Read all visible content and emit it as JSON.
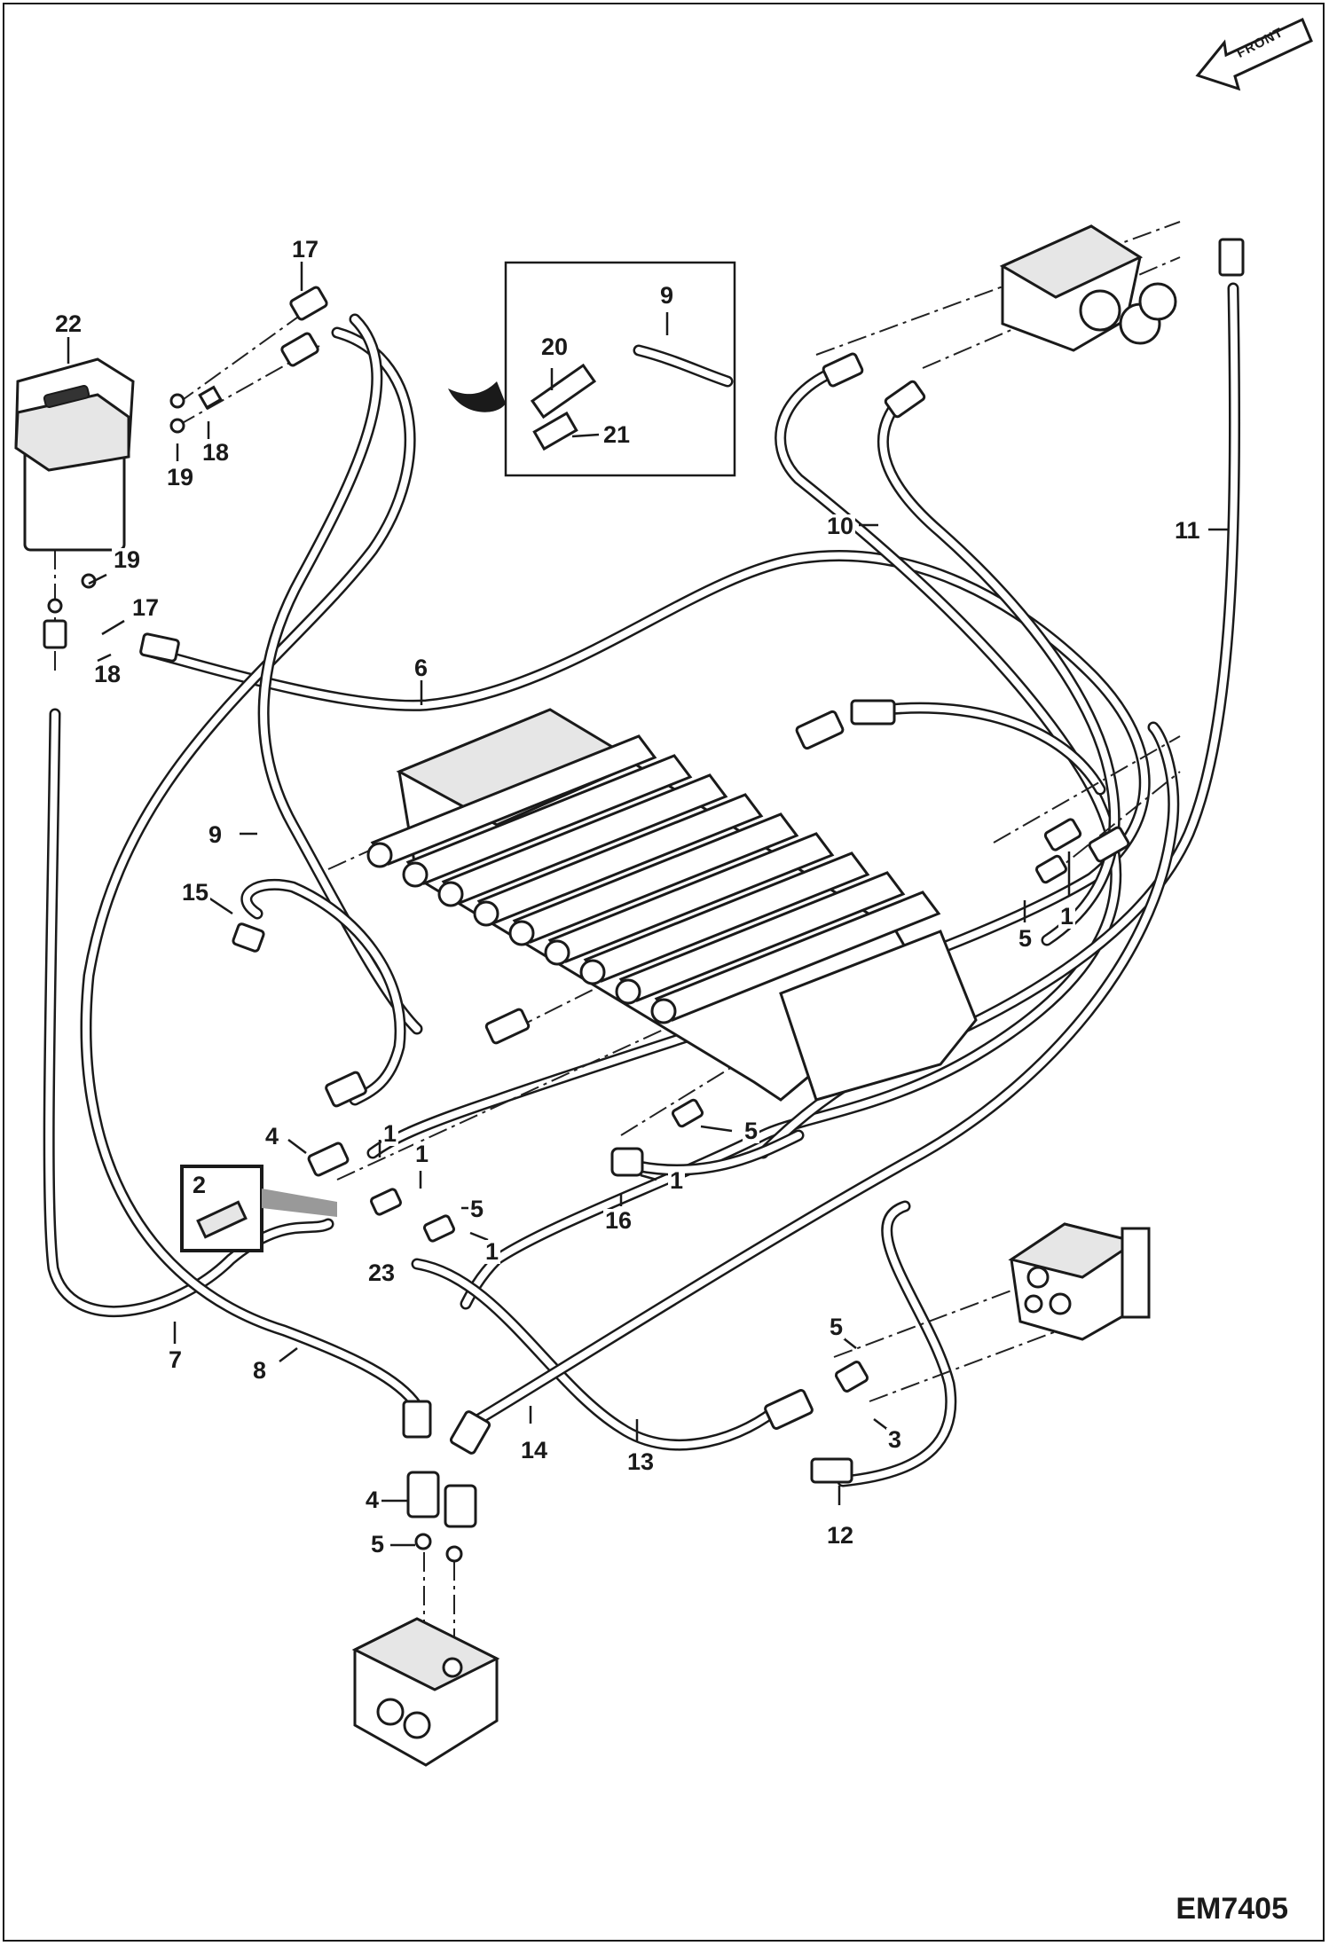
{
  "diagram_code": "EM7405",
  "orientation_arrow": {
    "label": "FRONT"
  },
  "callouts": {
    "c1": "1",
    "c2": "2",
    "c3": "3",
    "c4": "4",
    "c5": "5",
    "c6": "6",
    "c7": "7",
    "c8": "8",
    "c9": "9",
    "c10": "10",
    "c11": "11",
    "c12": "12",
    "c13": "13",
    "c14": "14",
    "c15": "15",
    "c16": "16",
    "c17": "17",
    "c18": "18",
    "c19": "19",
    "c20": "20",
    "c21": "21",
    "c22": "22",
    "c23": "23"
  },
  "colors": {
    "line": "#1a1a1a",
    "background": "#ffffff",
    "shade": "#e6e6e6"
  }
}
